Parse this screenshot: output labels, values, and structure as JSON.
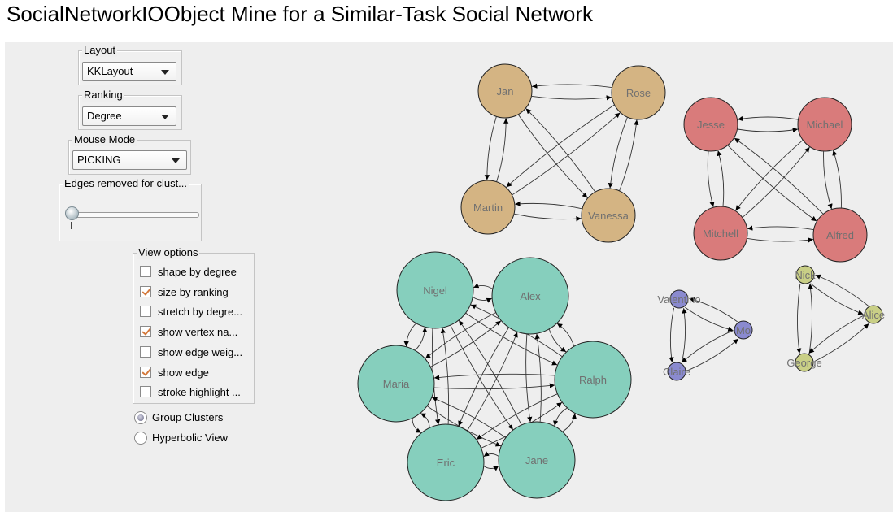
{
  "title": "SocialNetworkIOObject Mine for a Similar-Task Social Network",
  "controls": {
    "layout": {
      "legend": "Layout",
      "value": "KKLayout"
    },
    "ranking": {
      "legend": "Ranking",
      "value": "Degree"
    },
    "mouse_mode": {
      "legend": "Mouse Mode",
      "value": "PICKING"
    },
    "edges_removed": {
      "legend": "Edges removed for clust...",
      "value": 0
    },
    "view_options": {
      "legend": "View options",
      "items": [
        {
          "label": "shape by degree",
          "checked": false
        },
        {
          "label": "size by ranking",
          "checked": true
        },
        {
          "label": "stretch by degre...",
          "checked": false
        },
        {
          "label": "show vertex na...",
          "checked": true
        },
        {
          "label": "show edge weig...",
          "checked": false
        },
        {
          "label": "show edge",
          "checked": true
        },
        {
          "label": "stroke highlight ...",
          "checked": false
        }
      ]
    },
    "radios": [
      {
        "label": "Group Clusters",
        "selected": true
      },
      {
        "label": "Hyperbolic View",
        "selected": false
      }
    ]
  },
  "graph": {
    "colors": {
      "tan": "#d4b483",
      "red": "#d97b7b",
      "teal": "#86cfbd",
      "blue": "#8a8acf",
      "yellow": "#c9cf86"
    },
    "nodes": [
      {
        "id": "Jan",
        "label": "Jan",
        "cluster": "tan"
      },
      {
        "id": "Rose",
        "label": "Rose",
        "cluster": "tan"
      },
      {
        "id": "Martin",
        "label": "Martin",
        "cluster": "tan"
      },
      {
        "id": "Vanessa",
        "label": "Vanessa",
        "cluster": "tan"
      },
      {
        "id": "Jesse",
        "label": "Jesse",
        "cluster": "red"
      },
      {
        "id": "Michael",
        "label": "Michael",
        "cluster": "red"
      },
      {
        "id": "Mitchell",
        "label": "Mitchell",
        "cluster": "red"
      },
      {
        "id": "Alfred",
        "label": "Alfred",
        "cluster": "red"
      },
      {
        "id": "Nigel",
        "label": "Nigel",
        "cluster": "teal"
      },
      {
        "id": "Alex",
        "label": "Alex",
        "cluster": "teal"
      },
      {
        "id": "Maria",
        "label": "Maria",
        "cluster": "teal"
      },
      {
        "id": "Ralph",
        "label": "Ralph",
        "cluster": "teal"
      },
      {
        "id": "Eric",
        "label": "Eric",
        "cluster": "teal"
      },
      {
        "id": "Jane",
        "label": "Jane",
        "cluster": "teal"
      },
      {
        "id": "Valentino",
        "label": "Valentino",
        "cluster": "blue"
      },
      {
        "id": "Mo",
        "label": "Mo",
        "cluster": "blue"
      },
      {
        "id": "Claire",
        "label": "Claire",
        "cluster": "blue"
      },
      {
        "id": "Nick",
        "label": "Nick",
        "cluster": "yellow"
      },
      {
        "id": "Alice",
        "label": "Alice",
        "cluster": "yellow"
      },
      {
        "id": "George",
        "label": "George",
        "cluster": "yellow"
      }
    ]
  }
}
